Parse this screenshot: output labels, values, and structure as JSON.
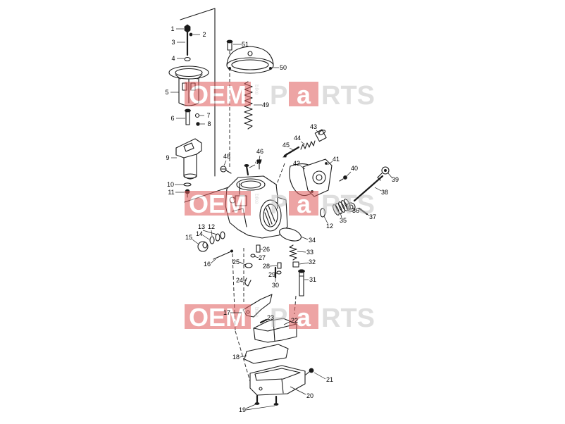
{
  "colors": {
    "line": "#1a1a1a",
    "watermark_red": "#e05a5a",
    "watermark_gray": "#c4c4c4",
    "background": "#ffffff"
  },
  "watermark": {
    "oem": "OEM",
    "bike": "bike",
    "p": "P",
    "a": "a",
    "rts": "RTS"
  },
  "callouts": [
    "1",
    "2",
    "3",
    "4",
    "5",
    "6",
    "7",
    "8",
    "9",
    "10",
    "11",
    "12",
    "13",
    "14",
    "15",
    "16",
    "17",
    "18",
    "19",
    "20",
    "21",
    "22",
    "23",
    "24",
    "25",
    "26",
    "27",
    "28",
    "29",
    "30",
    "31",
    "32",
    "33",
    "34",
    "35",
    "36",
    "37",
    "38",
    "39",
    "40",
    "41",
    "42",
    "43",
    "44",
    "45",
    "46",
    "47",
    "48",
    "49",
    "50",
    "51",
    "12"
  ]
}
